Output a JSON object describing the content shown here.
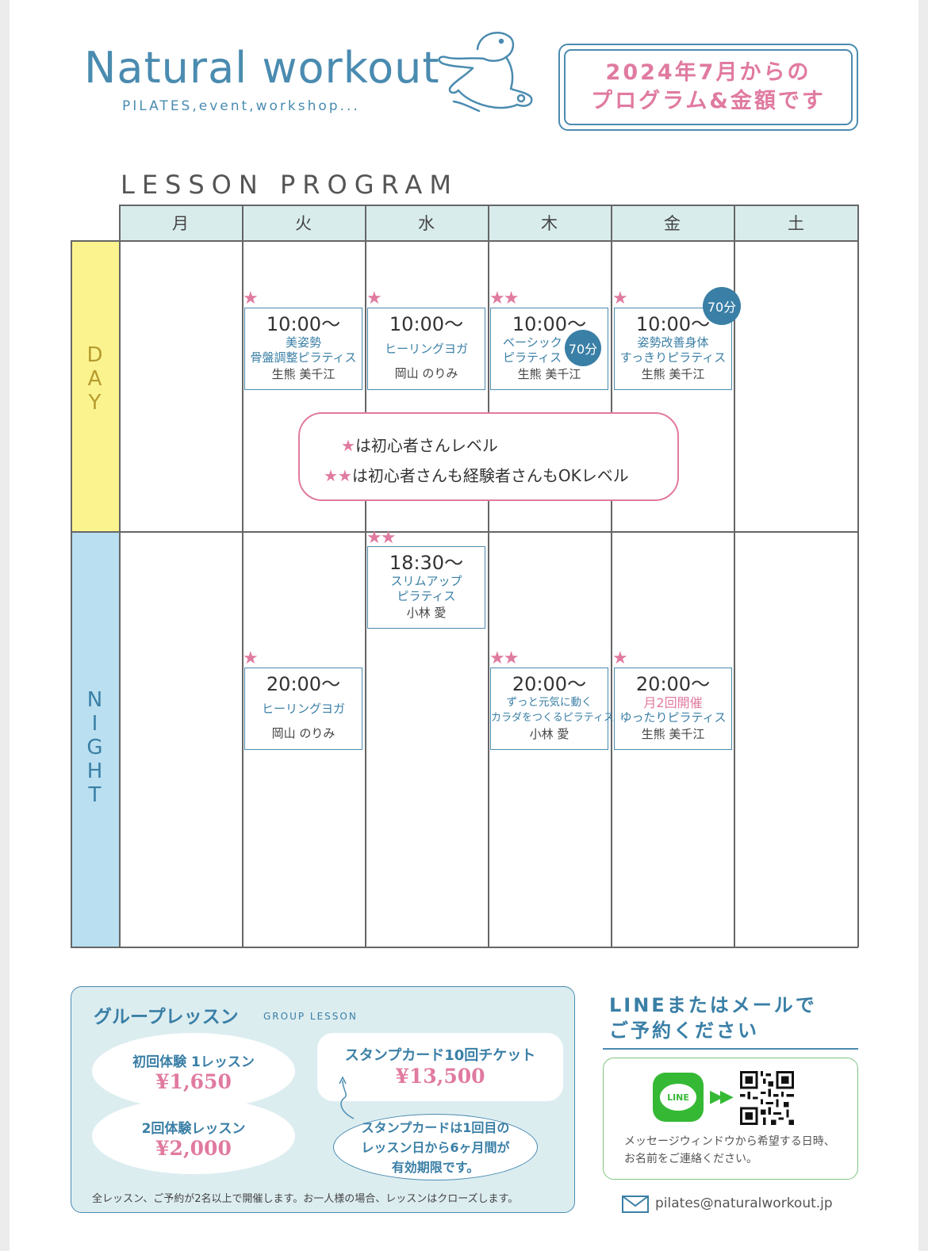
{
  "header": {
    "brand": "Natural workout",
    "tagline": "PILATES,event,workshop...",
    "notice_line1": "2024年7月からの",
    "notice_line2": "プログラム&金額です"
  },
  "schedule": {
    "title": "LESSON PROGRAM",
    "days": [
      "月",
      "火",
      "水",
      "木",
      "金",
      "土"
    ],
    "band_day": "DAY",
    "band_night": "NIGHT",
    "badge": "70分",
    "lessons": {
      "tue_day": {
        "stars": "★",
        "time": "10:00〜",
        "name1": "美姿勢",
        "name2": "骨盤調整ピラティス",
        "teacher": "生熊 美千江"
      },
      "wed_day": {
        "stars": "★",
        "time": "10:00〜",
        "name1": "ヒーリングヨガ",
        "teacher": "岡山 のりみ"
      },
      "thu_day": {
        "stars": "★★",
        "time": "10:00〜",
        "name1": "ベーシック",
        "name2": "ピラティス",
        "teacher": "生熊 美千江"
      },
      "fri_day": {
        "stars": "★",
        "time": "10:00〜",
        "name1": "姿勢改善身体",
        "name2": "すっきりピラティス",
        "teacher": "生熊 美千江"
      },
      "wed_night": {
        "stars": "★★",
        "time": "18:30〜",
        "name1": "スリムアップ",
        "name2": "ピラティス",
        "teacher": "小林 愛"
      },
      "tue_night": {
        "stars": "★",
        "time": "20:00〜",
        "name1": "ヒーリングヨガ",
        "teacher": "岡山 のりみ"
      },
      "thu_night": {
        "stars": "★★",
        "time": "20:00〜",
        "name1": "ずっと元気に動く",
        "name2": "カラダをつくるピラティス",
        "teacher": "小林 愛"
      },
      "fri_night": {
        "stars": "★",
        "time": "20:00〜",
        "name1": "月2回開催",
        "name2": "ゆったりピラティス",
        "teacher": "生熊 美千江"
      }
    },
    "legend": {
      "star1": "★",
      "text1": "は初心者さんレベル",
      "star2": "★★",
      "text2": "は初心者さんも経験者さんもOKレベル"
    }
  },
  "group": {
    "title": "グループレッスン",
    "subtitle": "GROUP LESSON",
    "trial1_label": "初回体験 1レッスン",
    "trial1_price": "¥1,650",
    "trial2_label": "2回体験レッスン",
    "trial2_price": "¥2,000",
    "stamp_label": "スタンプカード10回チケット",
    "stamp_price": "¥13,500",
    "note1": "スタンプカードは1回目の",
    "note2": "レッスン日から6ヶ月間が",
    "note3": "有効期限です。",
    "footer": "全レッスン、ご予約が2名以上で開催します。お一人様の場合、レッスンはクローズします。"
  },
  "contact": {
    "title1": "LINEまたはメールで",
    "title2": "ご予約ください",
    "line_logo": "LINE",
    "arrows": "▶▶",
    "text1": "メッセージウィンドウから希望する日時、",
    "text2": "お名前をご連絡ください。",
    "email": "pilates@naturalworkout.jp"
  },
  "colors": {
    "accent_blue": "#4a8bb0",
    "accent_pink": "#e07aa0",
    "day_yellow": "#fbf38e",
    "night_blue": "#b9dff0",
    "line_green": "#35b935"
  },
  "icons": [
    "bear-logo-icon",
    "mail-icon",
    "line-logo-icon",
    "qr-code-icon"
  ]
}
